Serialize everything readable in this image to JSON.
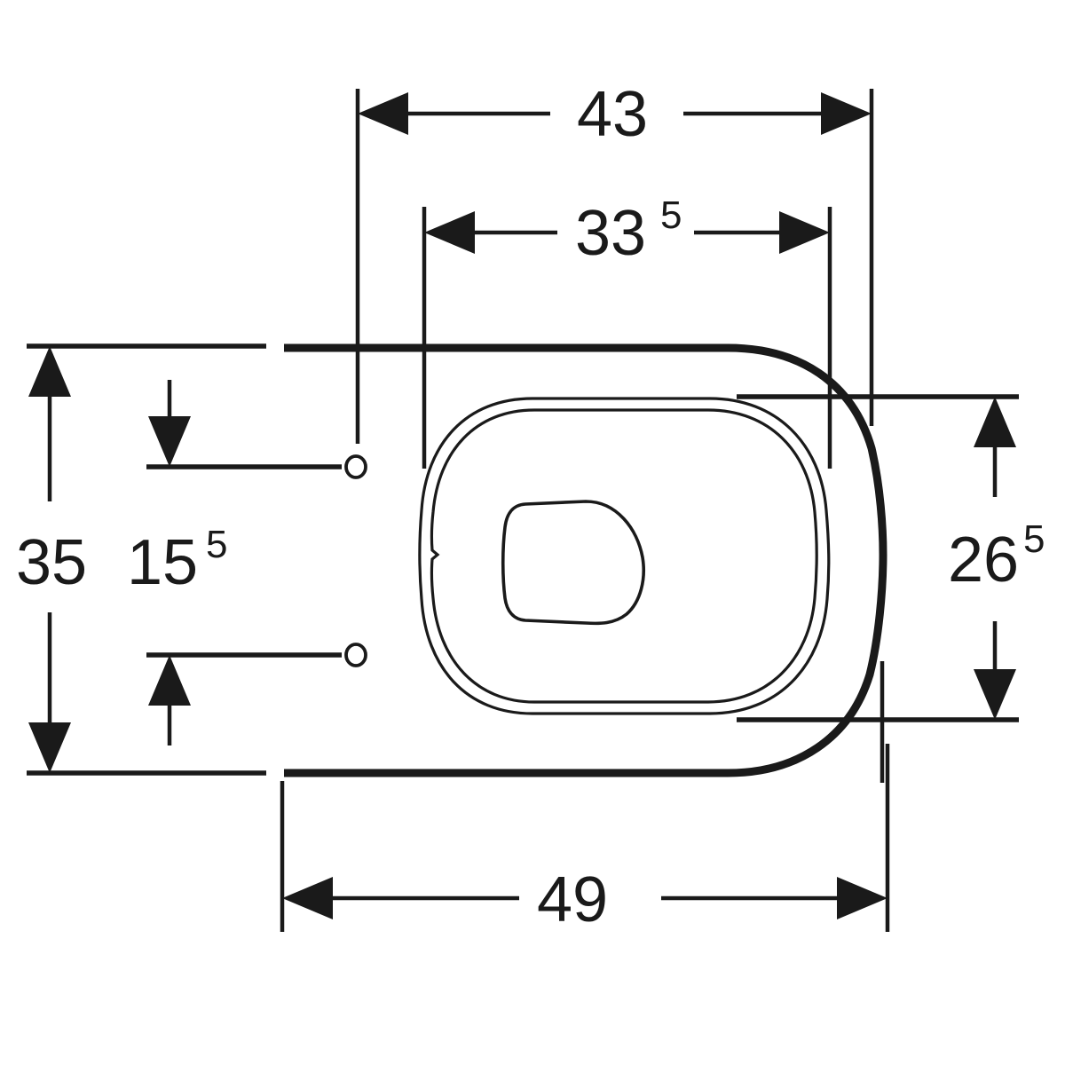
{
  "drawing": {
    "title": "Wall-hung WC pan top view dimension drawing",
    "units": "cm",
    "line_color": "#1a1a1a",
    "background_color": "#ffffff"
  },
  "dimensions": {
    "top_overall": {
      "name": "width-43",
      "value": "43",
      "superscript": "",
      "orientation": "horizontal",
      "arrows": "outward"
    },
    "top_inner": {
      "name": "width-33-5",
      "value": "33",
      "superscript": "5",
      "orientation": "horizontal",
      "arrows": "outward"
    },
    "left_outer": {
      "name": "height-35",
      "value": "35",
      "superscript": "",
      "orientation": "vertical",
      "arrows": "outward"
    },
    "left_inner": {
      "name": "height-15-5",
      "value": "15",
      "superscript": "5",
      "orientation": "vertical",
      "arrows": "inward"
    },
    "right_inner": {
      "name": "height-26-5",
      "value": "26",
      "superscript": "5",
      "orientation": "vertical",
      "arrows": "inward"
    },
    "bottom_overall": {
      "name": "depth-49",
      "value": "49",
      "superscript": "",
      "orientation": "horizontal",
      "arrows": "outward"
    }
  },
  "features": {
    "body": "wc-pan-body-outline",
    "seat_ring": "seat-ring-outline",
    "inner_rim": "inner-rim-outline",
    "flush_opening": "flush-opening-outline",
    "bolt_hole_top": "mounting-hole-top",
    "bolt_hole_bottom": "mounting-hole-bottom"
  }
}
